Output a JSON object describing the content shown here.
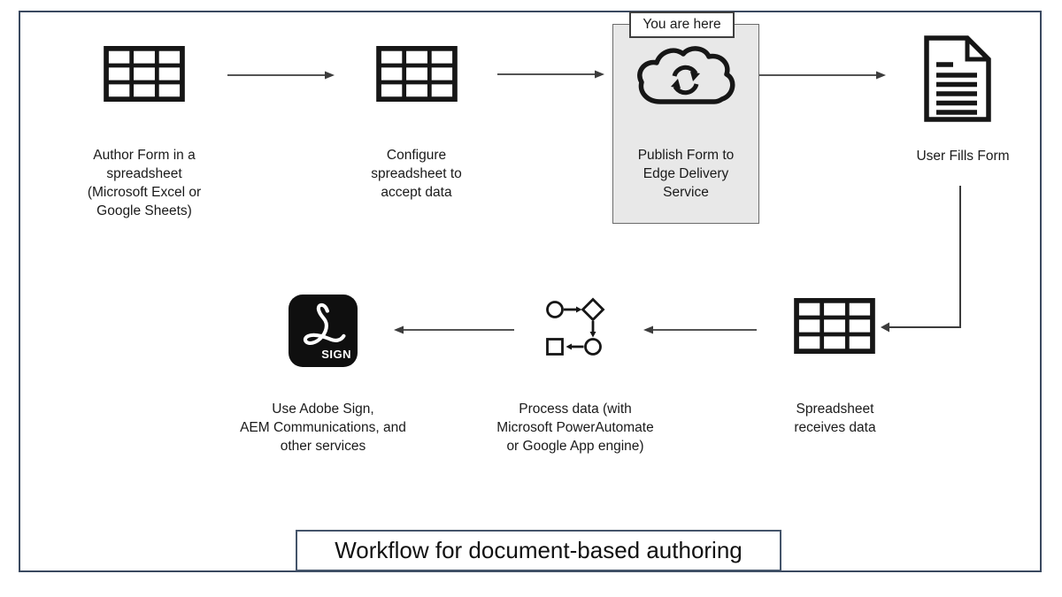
{
  "title": "Workflow for document-based authoring",
  "you_are_here": "You are here",
  "nodes": {
    "author_form": {
      "label": "Author Form in a\nspreadsheet\n(Microsoft Excel or\nGoogle Sheets)",
      "icon": "spreadsheet-grid-icon"
    },
    "configure_spreadsheet": {
      "label": "Configure\nspreadsheet to\naccept data",
      "icon": "spreadsheet-grid-icon"
    },
    "publish_form": {
      "label": "Publish Form to\nEdge Delivery\nService",
      "icon": "cloud-sync-icon",
      "highlighted": true
    },
    "user_fills_form": {
      "label": "User Fills Form",
      "icon": "document-lines-icon"
    },
    "spreadsheet_receives": {
      "label": "Spreadsheet\nreceives data",
      "icon": "spreadsheet-grid-icon"
    },
    "process_data": {
      "label": "Process data (with\nMicrosoft PowerAutomate\nor Google App engine)",
      "icon": "process-flow-icon"
    },
    "adobe_sign": {
      "label": "Use Adobe Sign,\nAEM Communications, and\nother services",
      "icon": "adobe-sign-icon",
      "badge": "SIGN"
    }
  },
  "colors": {
    "outer_border": "#3a4960",
    "title_border": "#44546a",
    "highlight_box_fill": "#e8e8e8",
    "highlight_box_border": "#6b6b6b",
    "icon_ink": "#161616",
    "arrow_ink": "#3c3c3c",
    "adobe_tile_bg": "#0f0f0f"
  }
}
